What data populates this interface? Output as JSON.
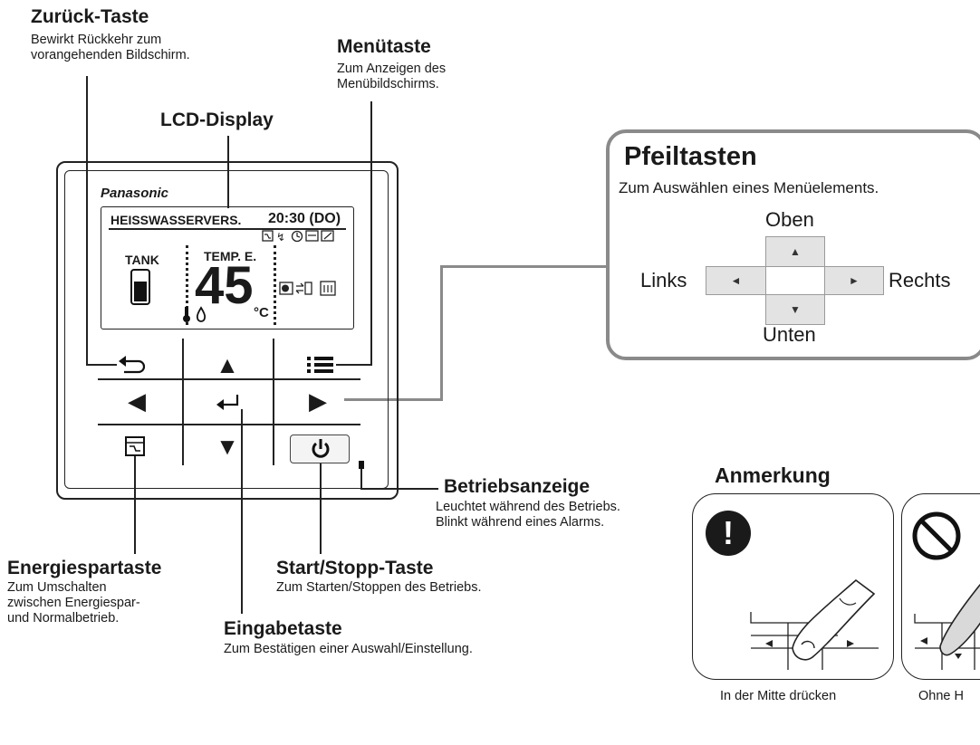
{
  "labels": {
    "back": {
      "title": "Zurück-Taste",
      "desc1": "Bewirkt Rückkehr zum",
      "desc2": "vorangehenden Bildschirm."
    },
    "menu": {
      "title": "Menütaste",
      "desc1": "Zum Anzeigen des",
      "desc2": "Menübildschirms."
    },
    "lcd": {
      "title": "LCD-Display"
    },
    "arrows": {
      "title": "Pfeiltasten",
      "desc": "Zum Auswählen eines Menüelements.",
      "up": "Oben",
      "left": "Links",
      "right": "Rechts",
      "down": "Unten"
    },
    "indicator": {
      "title": "Betriebsanzeige",
      "desc1": "Leuchtet während des Betriebs.",
      "desc2": "Blinkt während eines Alarms."
    },
    "energy": {
      "title": "Energiespartaste",
      "desc1": "Zum Umschalten",
      "desc2": "zwischen Energiespar-",
      "desc3": "und Normalbetrieb."
    },
    "startstop": {
      "title": "Start/Stopp-Taste",
      "desc": "Zum Starten/Stoppen des Betriebs."
    },
    "enter": {
      "title": "Eingabetaste",
      "desc": "Zum Bestätigen einer Auswahl/Einstellung."
    },
    "note": {
      "title": "Anmerkung",
      "caption_ok": "In der Mitte drücken",
      "caption_ng": "Ohne H"
    }
  },
  "remote": {
    "brand": "Panasonic",
    "lcd": {
      "mode": "HEISSWASSERVERS.",
      "time": "20:30 (DO)",
      "tank": "TANK",
      "temp_label": "TEMP. E.",
      "temp_value": "45",
      "unit": "°C"
    },
    "buttons": {
      "back": "⮌",
      "up": "▲",
      "menu": "☰",
      "left": "◀",
      "enter": "↵",
      "right": "▶",
      "energy": "⊡",
      "down": "▼",
      "power": "⏻"
    }
  },
  "icons": {
    "arrow_up": "▲",
    "arrow_down": "▼",
    "arrow_left": "◄",
    "arrow_right": "►",
    "exclaim": "!",
    "prohibit": "⃠"
  }
}
